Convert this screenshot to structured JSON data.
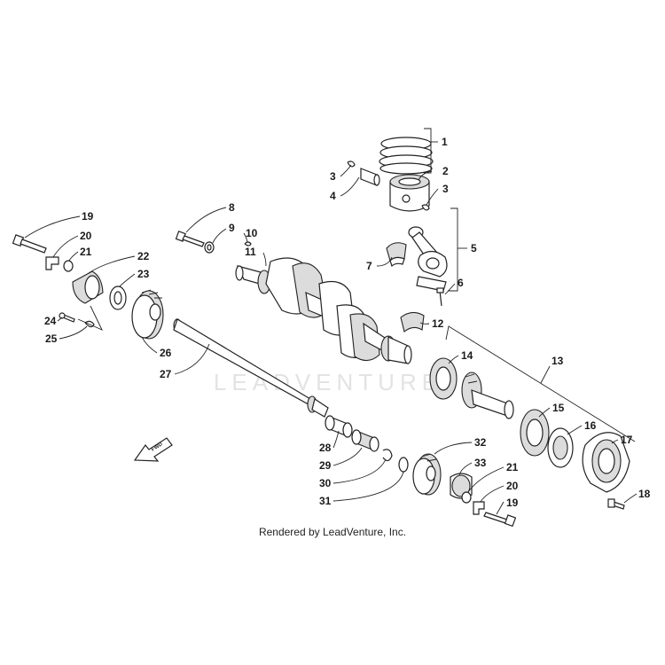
{
  "watermark": "LEADVENTURE",
  "credit": "Rendered by LeadVenture, Inc.",
  "direction_arrow": "FWD",
  "callouts": [
    "1",
    "2",
    "3",
    "3",
    "4",
    "5",
    "6",
    "7",
    "8",
    "9",
    "10",
    "11",
    "12",
    "13",
    "14",
    "15",
    "16",
    "17",
    "18",
    "19",
    "20",
    "21",
    "22",
    "23",
    "24",
    "25",
    "26",
    "27",
    "28",
    "29",
    "30",
    "31",
    "32",
    "33",
    "21",
    "20",
    "19"
  ]
}
